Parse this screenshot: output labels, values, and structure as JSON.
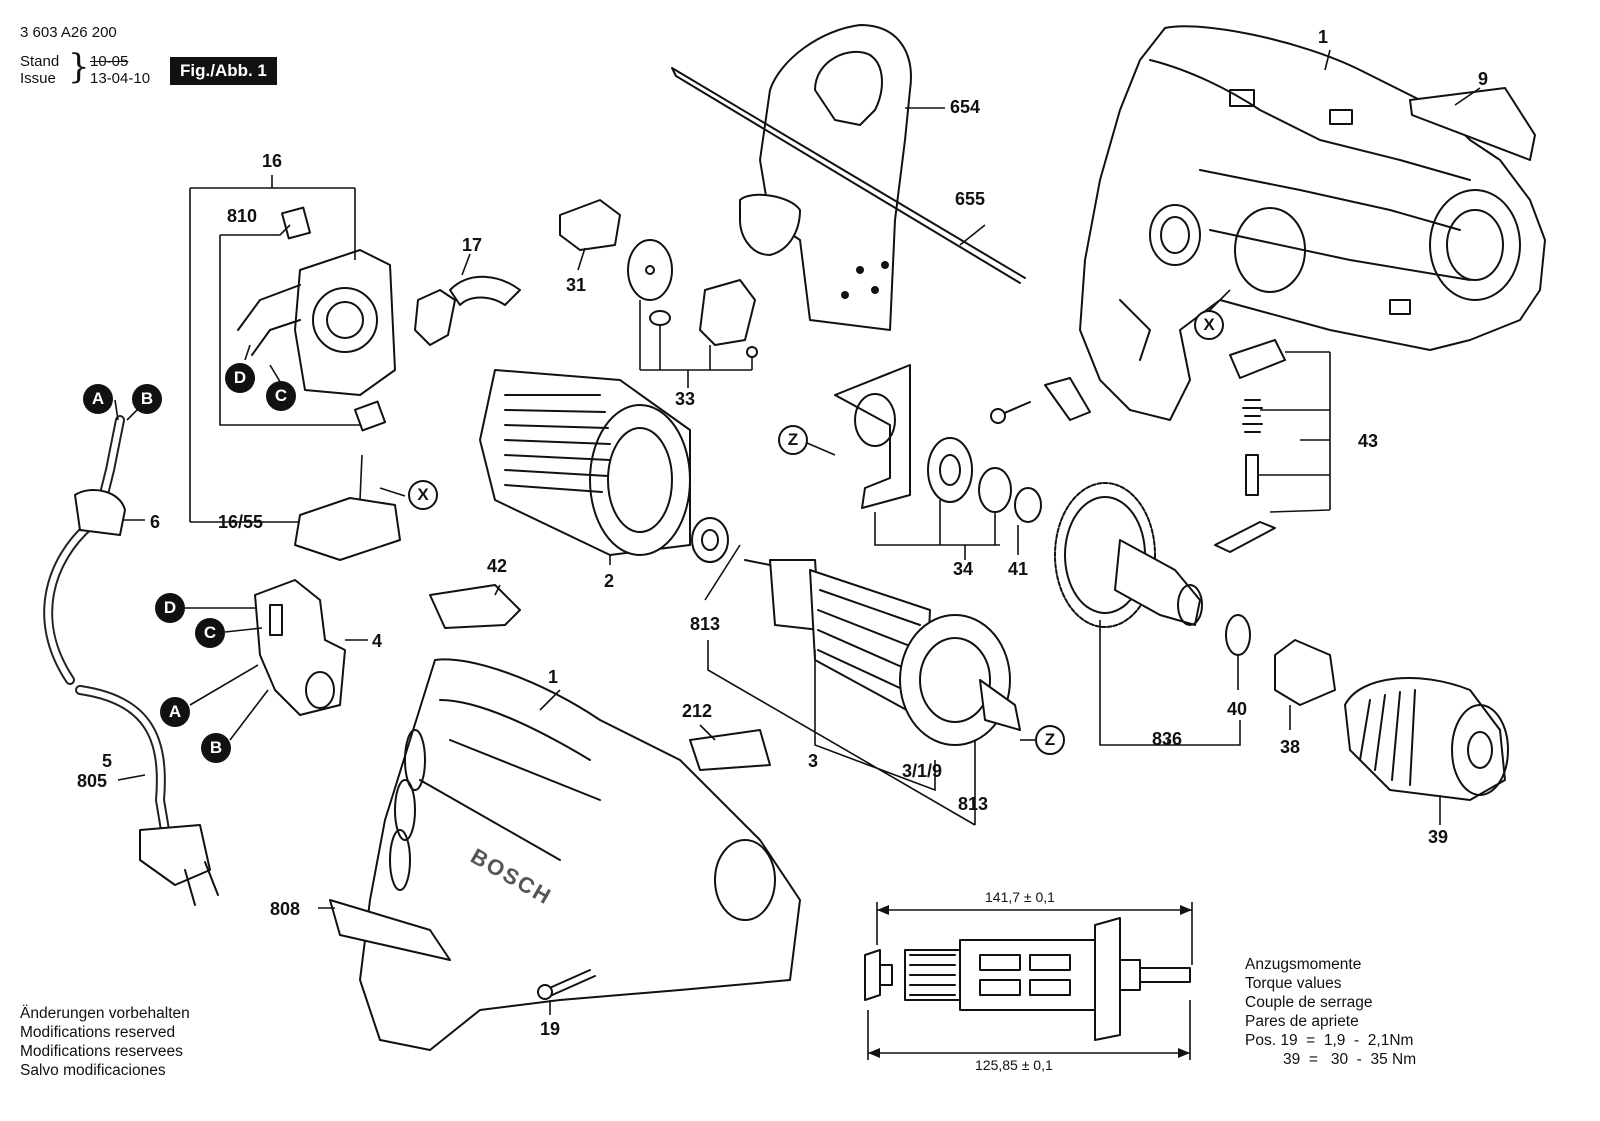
{
  "header": {
    "doc_number": "3 603 A26 200",
    "stand_label": "Stand",
    "stand_value": "10-05",
    "issue_label": "Issue",
    "issue_value": "13-04-10",
    "figure_badge": "Fig./Abb. 1"
  },
  "callouts": {
    "p1_top": "1",
    "p9": "9",
    "p654": "654",
    "p655": "655",
    "p16": "16",
    "p810": "810",
    "p17": "17",
    "p31": "31",
    "p33": "33",
    "p43": "43",
    "p6": "6",
    "p1655": "16/55",
    "p2": "2",
    "p34": "34",
    "p41": "41",
    "p42": "42",
    "p4": "4",
    "p813a": "813",
    "p1_bottom": "1",
    "p212": "212",
    "p3": "3",
    "p319": "3/1/9",
    "p813b": "813",
    "p836": "836",
    "p40": "40",
    "p38": "38",
    "p39": "39",
    "p5": "5",
    "p805": "805",
    "p808": "808",
    "p19": "19"
  },
  "markers": {
    "A_top": "A",
    "B_top": "B",
    "D_top": "D",
    "C_top": "C",
    "D_switch": "D",
    "C_switch": "C",
    "A_switch": "A",
    "B_switch": "B",
    "X_brush": "X",
    "X_housing": "X",
    "Z_plate": "Z",
    "Z_armature": "Z"
  },
  "housing_brand": "BOSCH",
  "dimensions": {
    "top": "141,7 ± 0,1",
    "bottom": "125,85 ± 0,1"
  },
  "footer_notes": [
    "Änderungen vorbehalten",
    "Modifications reserved",
    "Modifications reservees",
    "Salvo modificaciones"
  ],
  "torque": {
    "lines": [
      "Anzugsmomente",
      "Torque values",
      "Couple de serrage",
      "Pares de apriete"
    ],
    "pos_row_1": "Pos. 19  =  1,9  -  2,1Nm",
    "pos_row_2": "39  =   30  -  35 Nm"
  }
}
